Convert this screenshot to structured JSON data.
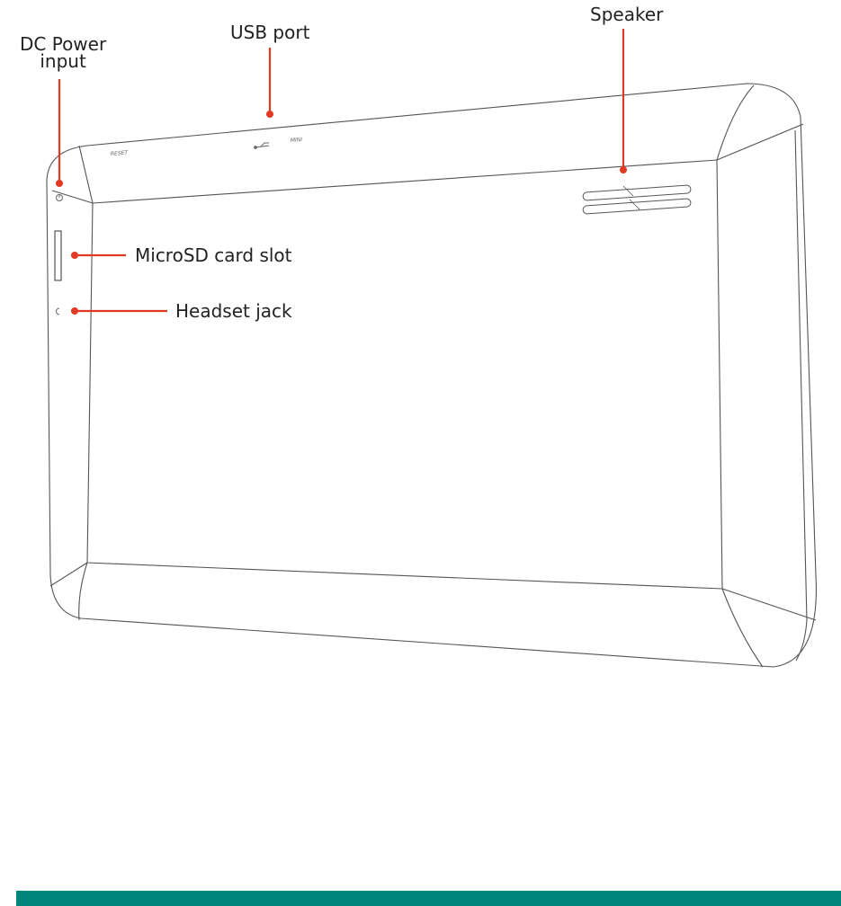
{
  "callouts": {
    "dc_power": {
      "line1": "DC Power",
      "line2": "input"
    },
    "usb_port": "USB port",
    "speaker": "Speaker",
    "microsd": "MicroSD card slot",
    "headset": "Headset jack"
  },
  "device_markings": {
    "reset": "RESET",
    "mini": "MINI"
  },
  "colors": {
    "callout": "#e03a22",
    "outline": "#555555",
    "footer_bar": "#00867a"
  }
}
